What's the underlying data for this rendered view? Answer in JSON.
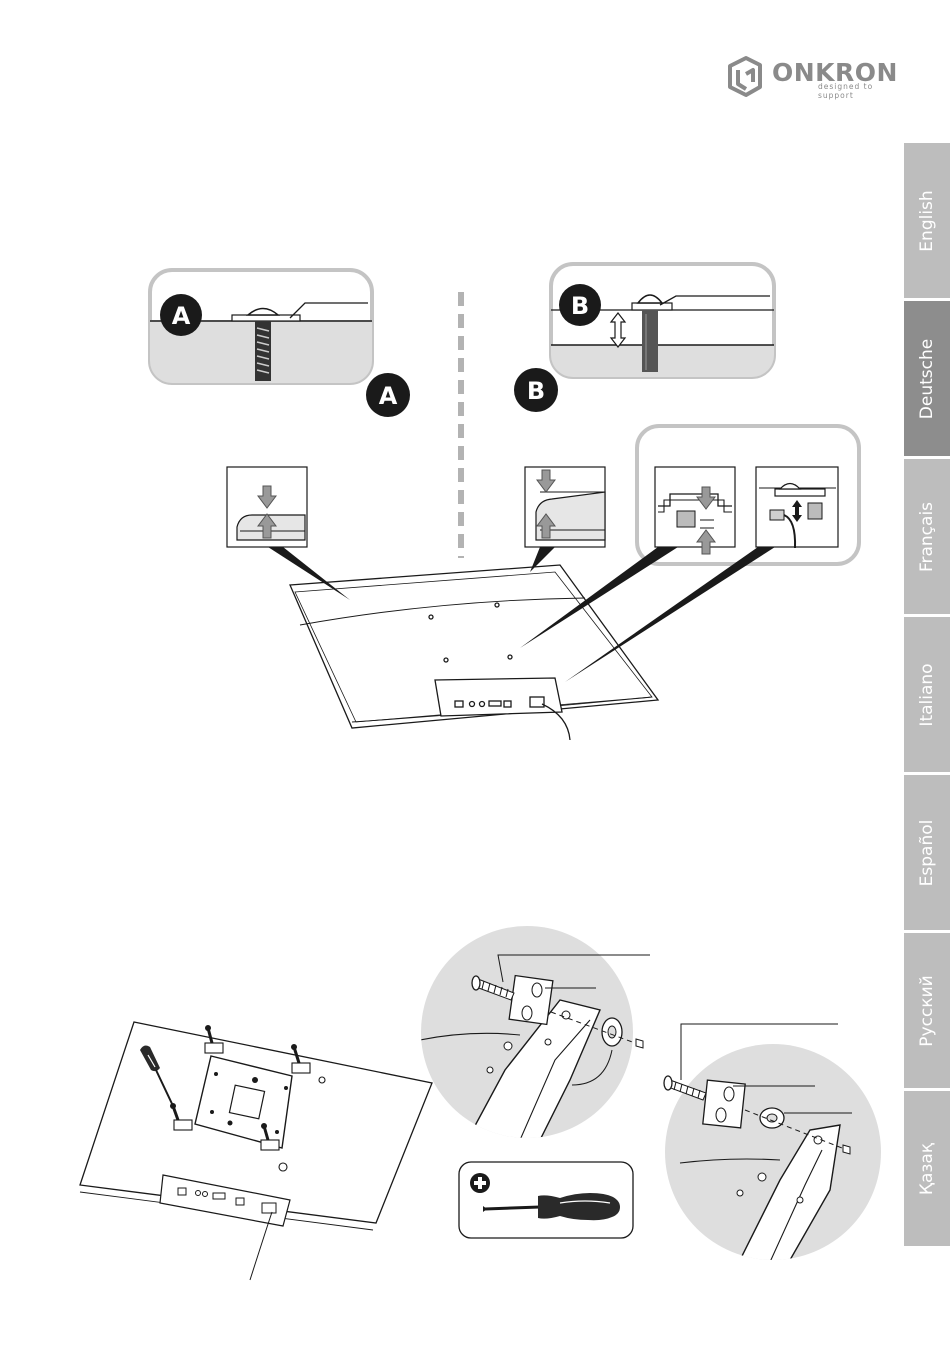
{
  "brand": {
    "name": "ONKRON",
    "tagline": "designed to support"
  },
  "tabs": [
    {
      "label": "English",
      "active": false
    },
    {
      "label": "Deutsche",
      "active": true
    },
    {
      "label": "Français",
      "active": false
    },
    {
      "label": "Italiano",
      "active": false
    },
    {
      "label": "Español",
      "active": false
    },
    {
      "label": "Русский",
      "active": false
    },
    {
      "label": "Қазақ",
      "active": false
    }
  ],
  "figures": {
    "badge_a": "A",
    "badge_b": "B"
  },
  "colors": {
    "tab": "#bdbdbd",
    "tab_active": "#8d8d8d",
    "panel": "#dedede",
    "line": "#1a1a1a"
  }
}
